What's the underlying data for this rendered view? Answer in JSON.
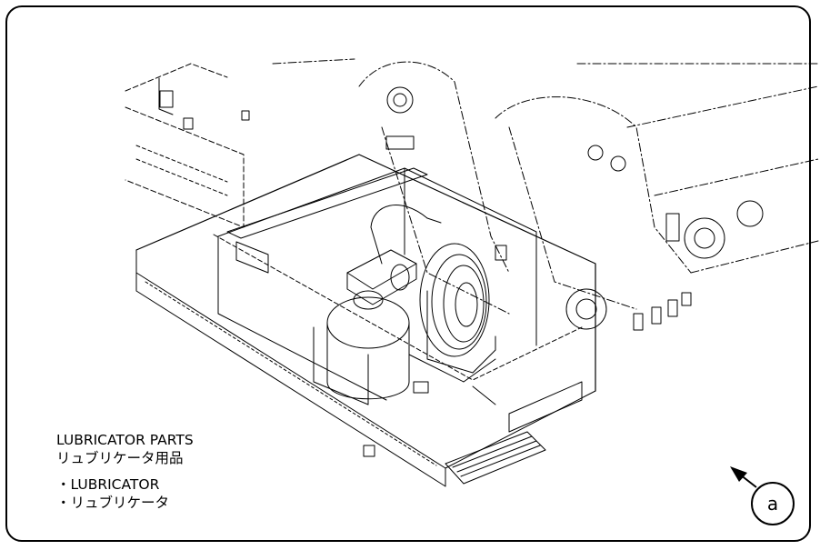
{
  "caption": {
    "heading_en": "LUBRICATOR PARTS",
    "heading_jp": "リュブリケータ用品",
    "items": [
      {
        "en": "・LUBRICATOR",
        "jp": "・リュブリケータ"
      }
    ]
  },
  "callouts": {
    "a": "a"
  }
}
